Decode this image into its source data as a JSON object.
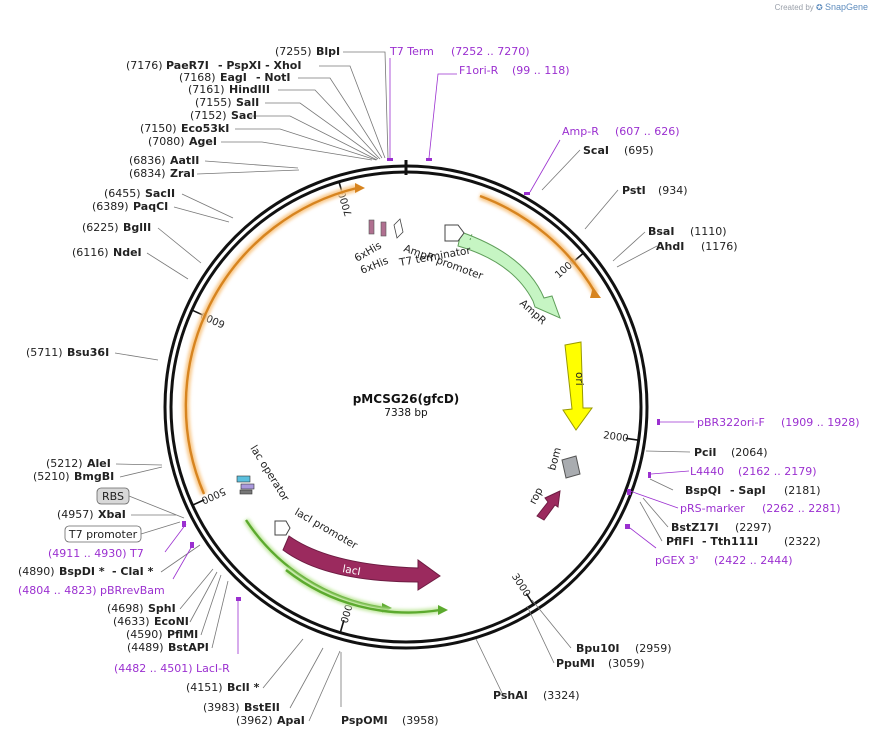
{
  "credit": {
    "prefix": "Created by",
    "brand": "SnapGene"
  },
  "plasmid": {
    "name": "pMCSG26(gfcD)",
    "length": "7338 bp"
  },
  "sites": [
    {
      "pos": "(7255)",
      "name": "BlpI"
    },
    {
      "pos": "(7176)",
      "name": "PaeR7I",
      "extra": "- PspXI   - XhoI"
    },
    {
      "pos": "(7168)",
      "name": "EagI",
      "extra": "- NotI"
    },
    {
      "pos": "(7161)",
      "name": "HindIII"
    },
    {
      "pos": "(7155)",
      "name": "SalI"
    },
    {
      "pos": "(7152)",
      "name": "SacI"
    },
    {
      "pos": "(7150)",
      "name": "Eco53kI"
    },
    {
      "pos": "(7080)",
      "name": "AgeI"
    },
    {
      "pos": "(6836)",
      "name": "AatII"
    },
    {
      "pos": "(6834)",
      "name": "ZraI"
    },
    {
      "pos": "(6455)",
      "name": "SacII"
    },
    {
      "pos": "(6389)",
      "name": "PaqCI"
    },
    {
      "pos": "(6225)",
      "name": "BglII"
    },
    {
      "pos": "(6116)",
      "name": "NdeI"
    },
    {
      "pos": "(5711)",
      "name": "Bsu36I"
    },
    {
      "pos": "(5212)",
      "name": "AleI"
    },
    {
      "pos": "(5210)",
      "name": "BmgBI"
    },
    {
      "pos": "(4957)",
      "name": "XbaI"
    },
    {
      "pos": "(4890)",
      "name": "BspDI *",
      "extra": "- ClaI *"
    },
    {
      "pos": "(4698)",
      "name": "SphI"
    },
    {
      "pos": "(4633)",
      "name": "EcoNI"
    },
    {
      "pos": "(4590)",
      "name": "PflMI"
    },
    {
      "pos": "(4489)",
      "name": "BstAPI"
    },
    {
      "pos": "(4151)",
      "name": "BclI *"
    },
    {
      "pos": "(3983)",
      "name": "BstEII"
    },
    {
      "pos": "(3962)",
      "name": "ApaI"
    },
    {
      "name": "PspOMI",
      "pos": "(3958)"
    },
    {
      "name": "ScaI",
      "pos": "(695)"
    },
    {
      "name": "PstI",
      "pos": "(934)"
    },
    {
      "name": "BsaI",
      "pos": "(1110)"
    },
    {
      "name": "AhdI",
      "pos": "(1176)"
    },
    {
      "name": "PciI",
      "pos": "(2064)"
    },
    {
      "name": "BspQI",
      "extra": "- SapI",
      "pos": "(2181)"
    },
    {
      "name": "BstZ17I",
      "pos": "(2297)"
    },
    {
      "name": "PflFI",
      "extra": "- Tth111I",
      "pos": "(2322)"
    },
    {
      "name": "Bpu10I",
      "pos": "(2959)"
    },
    {
      "name": "PpuMI",
      "pos": "(3059)"
    },
    {
      "name": "PshAI",
      "pos": "(3324)"
    }
  ],
  "primers": [
    {
      "name": "T7 Term",
      "range": "(7252 .. 7270)"
    },
    {
      "name": "F1ori-R",
      "range": "(99 .. 118)"
    },
    {
      "name": "Amp-R",
      "range": "(607 .. 626)"
    },
    {
      "name": "pBR322ori-F",
      "range": "(1909 .. 1928)"
    },
    {
      "name": "L4440",
      "range": "(2162 .. 2179)"
    },
    {
      "name": "pRS-marker",
      "range": "(2262 .. 2281)"
    },
    {
      "name": "pGEX 3'",
      "range": "(2422 .. 2444)"
    },
    {
      "name": "T7",
      "range": "(4911 .. 4930)"
    },
    {
      "name": "pBRrevBam",
      "range": "(4804 .. 4823)"
    },
    {
      "name": "LacI-R",
      "range": "(4482 .. 4501)"
    }
  ],
  "boxed_features": {
    "rbs": "RBS",
    "t7_promoter": "T7 promoter"
  },
  "features": {
    "his1": "6xHis",
    "his2": "6xHis",
    "ampr_promoter": "AmpR promoter",
    "t7_terminator": "T7 terminator",
    "ampr": "AmpR",
    "ori": "ori",
    "bom": "bom",
    "rop": "rop",
    "lac_operator": "lac operator",
    "laci_promoter": "lacI promoter",
    "laci": "lacI"
  },
  "ticks": [
    "1000",
    "2000",
    "3000",
    "4000",
    "5000",
    "6000",
    "7000"
  ],
  "colors": {
    "primer": "#9b30d0",
    "ampr": "#c6f5c3",
    "ori": "#ffff00",
    "laci": "#9b2a5e",
    "orf_arc": "#f2a33a",
    "green_arc": "#5caa2e",
    "bom": "#a9acb0"
  }
}
